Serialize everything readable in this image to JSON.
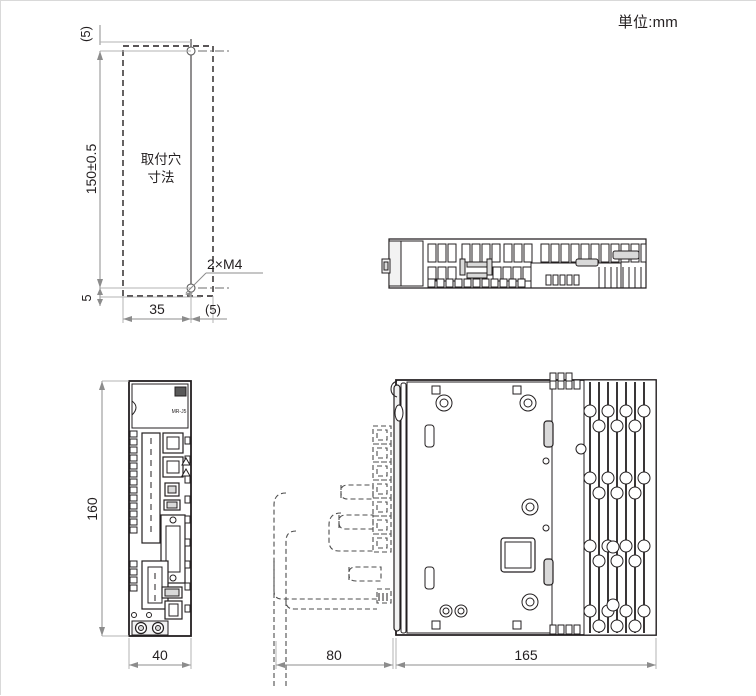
{
  "sheet": {
    "unit_note": "単位:mm",
    "background": "#ffffff",
    "line_color": "#231f20",
    "dim_color": "#8c8c8c"
  },
  "views": {
    "mounting_hole_pattern": {
      "name": "取付穴寸法",
      "label_line1": "取付穴",
      "label_line2": "寸法",
      "dimensions": {
        "top_offset": "(5)",
        "vertical_pitch": "150±0.5",
        "bottom_offset": "5",
        "horizontal_pitch": "35",
        "right_offset": "(5)"
      },
      "callout": "2×M4",
      "hole_count": 2
    },
    "top_view": {
      "name": "top-view"
    },
    "front_view": {
      "name": "front-view",
      "dimensions": {
        "height": "160",
        "width": "40"
      }
    },
    "side_view": {
      "name": "side-view",
      "dimensions": {
        "cable_bend_depth": "80",
        "body_depth": "165"
      }
    }
  },
  "dimension_labels": [
    "(5)",
    "150±0.5",
    "5",
    "35",
    "(5)",
    "2×M4",
    "160",
    "40",
    "80",
    "165"
  ]
}
